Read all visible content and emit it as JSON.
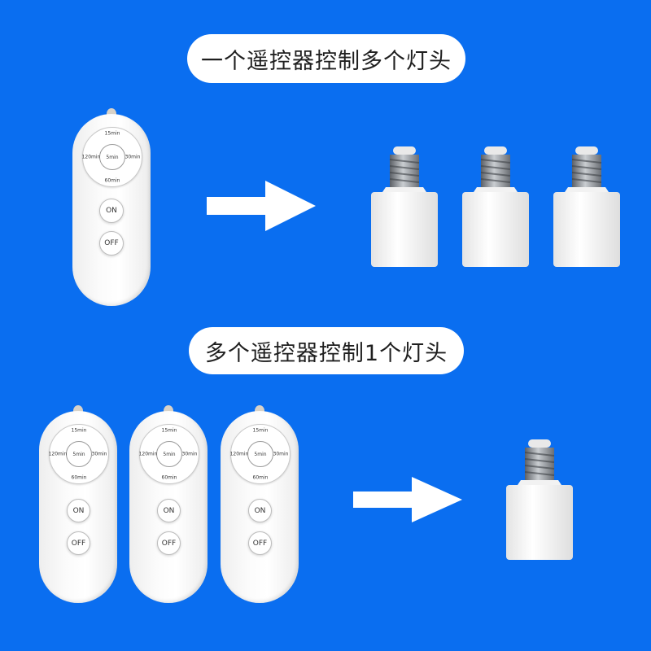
{
  "banners": {
    "top": "一个遥控器控制多个灯头",
    "middle": "多个遥控器控制1个灯头"
  },
  "remote": {
    "dial_top": "15min",
    "dial_left": "120min",
    "dial_center": "5min",
    "dial_right": "30min",
    "dial_bottom": "60min",
    "on_label": "ON",
    "off_label": "OFF"
  },
  "colors": {
    "background": "#0a6ef0",
    "banner": "#ffffff",
    "arrow": "#ffffff"
  }
}
